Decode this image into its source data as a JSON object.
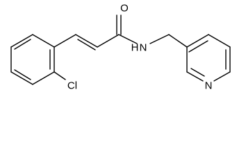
{
  "molecule": {
    "atoms": {
      "oxygen": "O",
      "nitrogen_amide": "N",
      "hydrogen_amide": "H",
      "nitrogen_pyridine": "N",
      "chlorine": "Cl"
    }
  }
}
